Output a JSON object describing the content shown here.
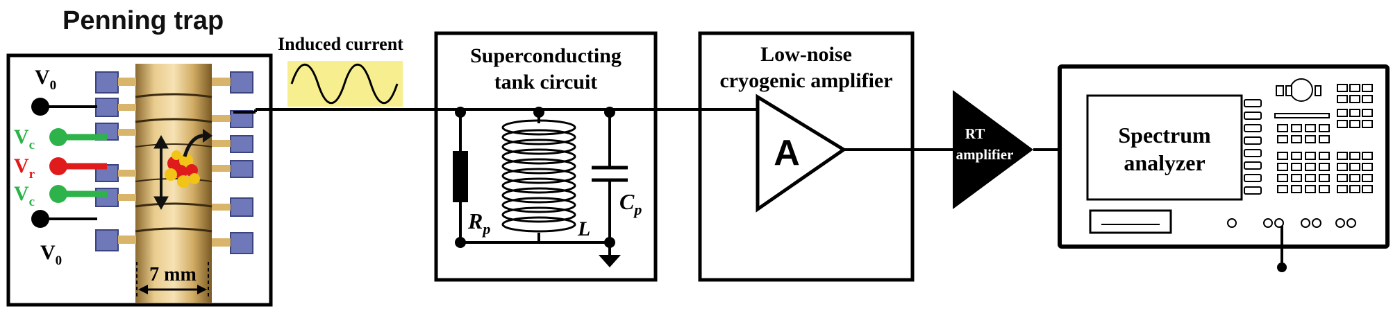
{
  "trap": {
    "title": "Penning trap",
    "v0_top": "V",
    "v0_top_sub": "0",
    "vc_top": "V",
    "vc_top_sub": "c",
    "vr": "V",
    "vr_sub": "r",
    "vc_bottom": "V",
    "vc_bottom_sub": "c",
    "v0_bottom": "V",
    "v0_bottom_sub": "0",
    "dimension": "7 mm",
    "colors": {
      "green": "#2db34a",
      "red": "#e01b1b",
      "gold": "#d9b56b",
      "blue": "#6f78b8"
    }
  },
  "signal": {
    "label": "Induced current",
    "box_color": "#f7ef8f"
  },
  "tank": {
    "title_line1": "Superconducting",
    "title_line2": "tank circuit",
    "rp": "R",
    "rp_sub": "p",
    "l": "L",
    "cp": "C",
    "cp_sub": "p"
  },
  "lna": {
    "title_line1": "Low-noise",
    "title_line2": "cryogenic amplifier",
    "symbol": "A"
  },
  "rt": {
    "line1": "RT",
    "line2": "amplifier"
  },
  "analyzer": {
    "line1": "Spectrum",
    "line2": "analyzer"
  }
}
